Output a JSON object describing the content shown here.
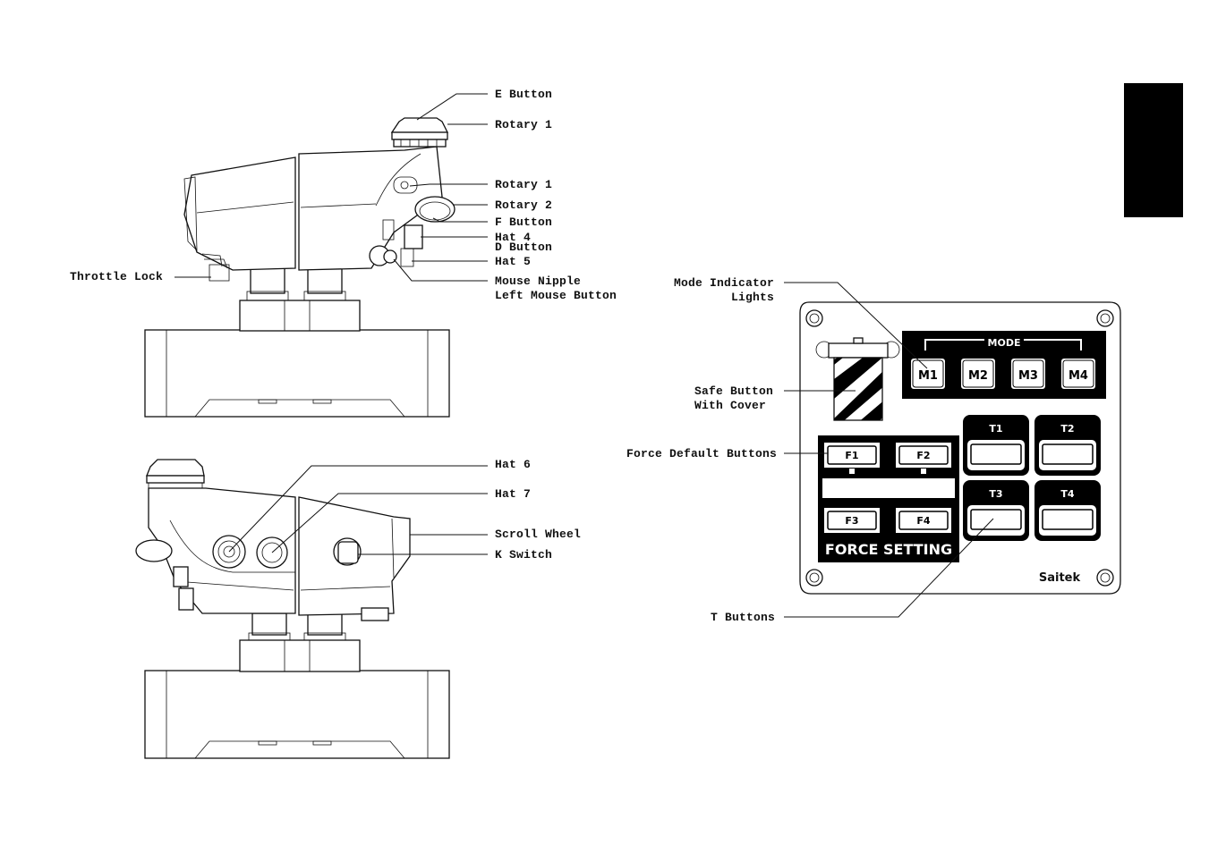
{
  "labels": {
    "e_button": "E Button",
    "rotary1_top": "Rotary 1",
    "rotary1": "Rotary 1",
    "rotary2": "Rotary 2",
    "f_button": "F Button",
    "hat4": "Hat 4",
    "d_button": "D Button",
    "hat5": "Hat 5",
    "throttle_lock": "Throttle Lock",
    "mouse_nipple": "Mouse Nipple",
    "left_mouse_button": "Left Mouse Button",
    "hat6": "Hat 6",
    "hat7": "Hat 7",
    "scroll_wheel": "Scroll Wheel",
    "k_switch": "K Switch",
    "mode_indicator_1": "Mode Indicator",
    "mode_indicator_2": "Lights",
    "safe_button_1": "Safe Button",
    "safe_button_2": "With Cover",
    "force_default": "Force Default Buttons",
    "t_buttons": "T Buttons"
  },
  "panel": {
    "mode_title": "MODE",
    "mode_buttons": [
      "M1",
      "M2",
      "M3",
      "M4"
    ],
    "t_buttons": [
      "T1",
      "T2",
      "T3",
      "T4"
    ],
    "f_buttons": [
      "F1",
      "F2",
      "F3",
      "F4"
    ],
    "force_setting": "FORCE SETTING",
    "brand": "Saitek"
  },
  "colors": {
    "ink": "#111111",
    "background": "#ffffff"
  }
}
